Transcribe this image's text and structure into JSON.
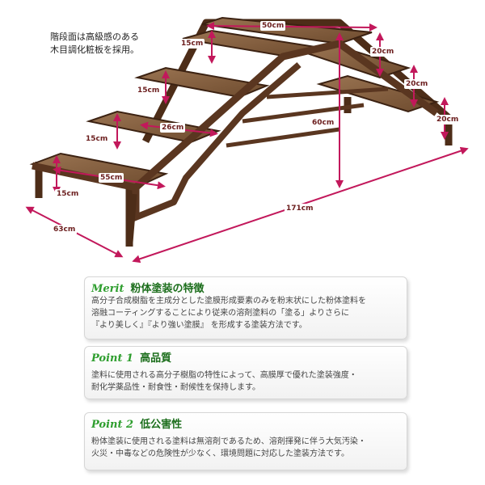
{
  "caption": {
    "line1": "階段面は高級感のある",
    "line2": "木目調化粧板を採用。"
  },
  "dimensions": {
    "top_width": "50cm",
    "riser_left_1": "15cm",
    "riser_left_2": "15cm",
    "riser_left_3": "15cm",
    "riser_left_4": "15cm",
    "step_depth": "26cm",
    "step_width": "55cm",
    "depth": "63cm",
    "length": "171cm",
    "height": "60cm",
    "riser_right_1": "20cm",
    "riser_right_2": "20cm",
    "riser_right_3": "20cm"
  },
  "panels": [
    {
      "title_en": "Merit",
      "title_jp": "粉体塗装の特徴",
      "lines": [
        "高分子合成樹脂を主成分とした塗膜形成要素のみを粉末状にした粉体塗料を",
        "溶融コーティングすることにより従来の溶剤塗料の「塗る」よりさらに",
        "『より美しく』『より強い塗膜』 を形成する塗装方法です。"
      ]
    },
    {
      "title_en": "Point 1",
      "title_jp": "高品質",
      "lines": [
        "塗料に使用される高分子樹脂の特性によって、高膜厚で優れた塗装強度・",
        "耐化学薬品性・耐食性・耐候性を保持します。"
      ]
    },
    {
      "title_en": "Point 2",
      "title_jp": "低公害性",
      "lines": [
        "粉体塗装に使用される塗料は無溶剤であるため、溶剤揮発に伴う大気汚染・",
        "火災・中毒などの危険性が少なく、環境問題に対応した塗装方法です。"
      ]
    }
  ],
  "colors": {
    "frame": "#5a3620",
    "wood": "#8a6443",
    "arrow": "#c2185b",
    "title_green": "#2e9e2e"
  }
}
